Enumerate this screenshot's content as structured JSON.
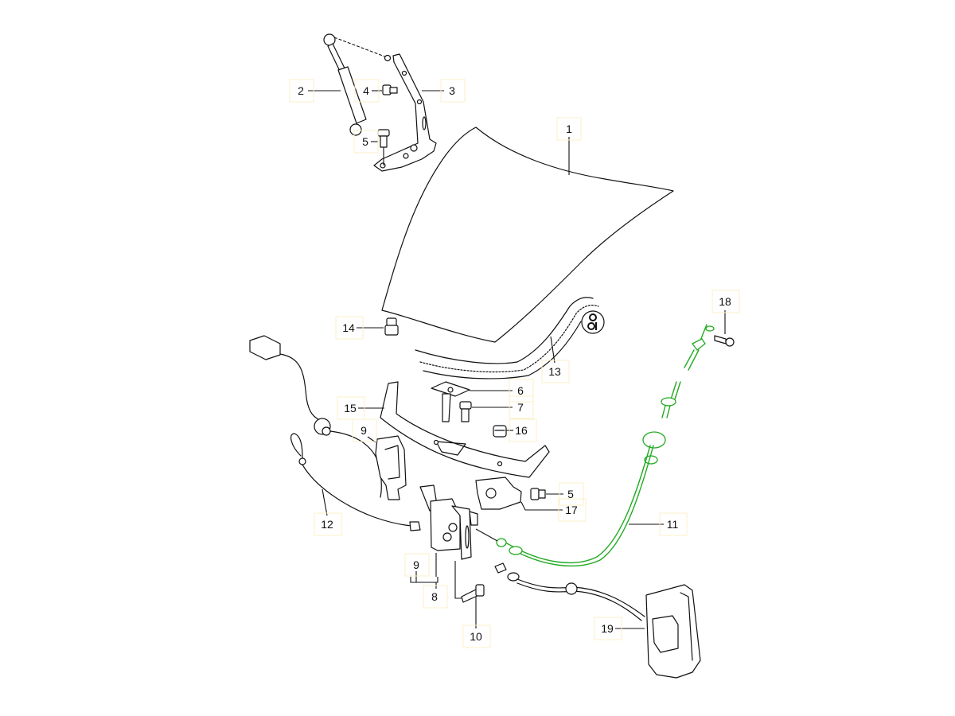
{
  "diagram": {
    "title": "Hood, hood lock and release cable - exploded parts view",
    "colors": {
      "line": "#111111",
      "highlight_cable": "#22aa22",
      "label_box": "#fbefc8"
    },
    "callouts": {
      "c1": "1",
      "c2": "2",
      "c3": "3",
      "c4": "4",
      "c5a": "5",
      "c5b": "5",
      "c6": "6",
      "c7": "7",
      "c8": "8",
      "c9a": "9",
      "c9b": "9",
      "c10": "10",
      "c11": "11",
      "c12": "12",
      "c13": "13",
      "c14": "14",
      "c15": "15",
      "c16": "16",
      "c17": "17",
      "c18": "18",
      "c19": "19"
    },
    "symbol_icon": "lubrication-symbol"
  }
}
